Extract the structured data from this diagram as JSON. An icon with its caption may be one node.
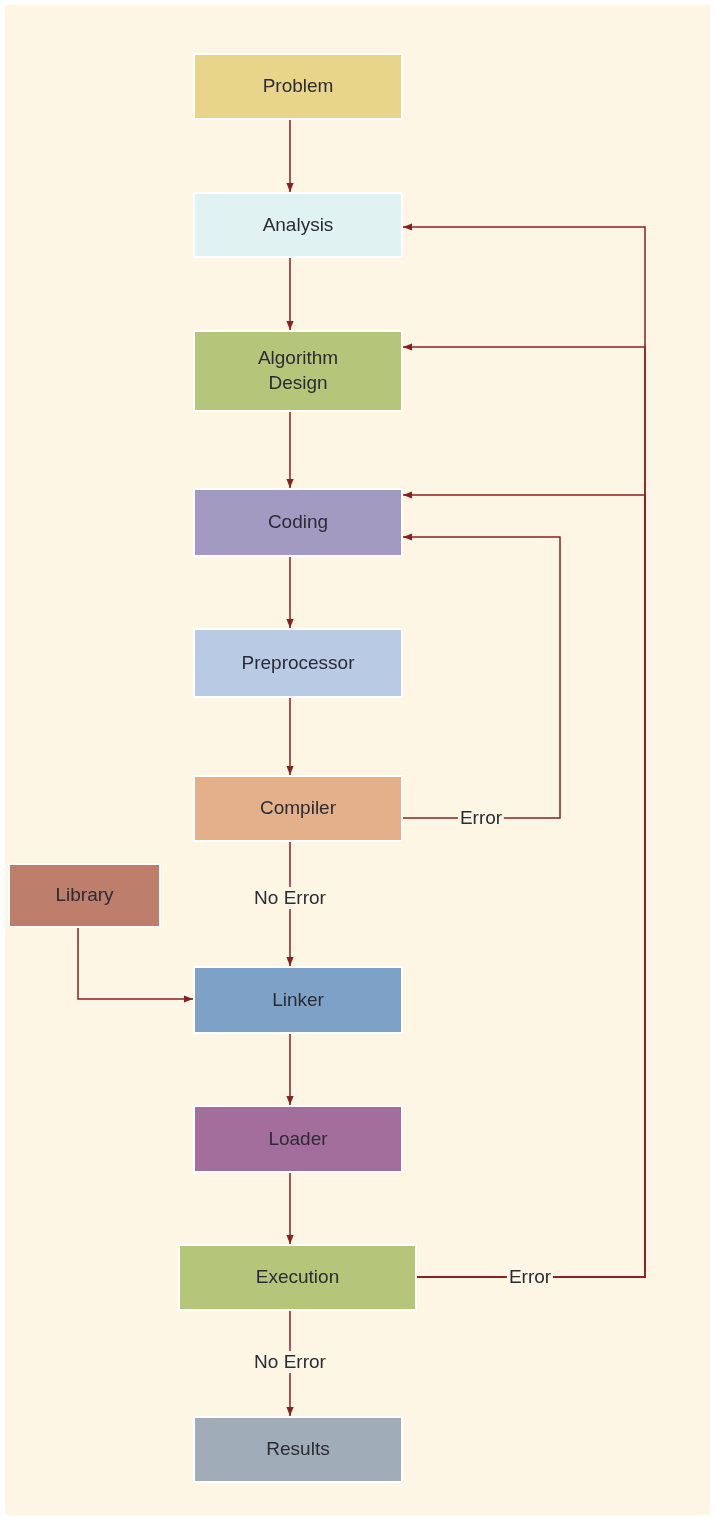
{
  "diagram": {
    "nodes": [
      {
        "text": [
          "Problem"
        ]
      },
      {
        "text": [
          "Analysis"
        ]
      },
      {
        "text": [
          "Algorithm Design"
        ]
      },
      {
        "text": [
          "Coding"
        ]
      },
      {
        "text": [
          "Preprocessor"
        ]
      },
      {
        "text": [
          "Compiler"
        ]
      },
      {
        "text": [
          "Library"
        ]
      },
      {
        "text": [
          "Linker"
        ]
      },
      {
        "text": [
          "Loader"
        ]
      },
      {
        "text": [
          "Execution"
        ]
      },
      {
        "text": [
          "Results"
        ]
      }
    ],
    "edges": [
      {
        "from": 0,
        "to": 1,
        "arrow": "to"
      },
      {
        "from": 1,
        "to": 2,
        "arrow": "to"
      },
      {
        "from": 2,
        "to": 3,
        "arrow": "to"
      },
      {
        "from": 3,
        "to": 4,
        "arrow": "to"
      },
      {
        "from": 4,
        "to": 5,
        "arrow": "to"
      },
      {
        "from": 5,
        "to": 3,
        "arrow": "to",
        "label": "Error"
      },
      {
        "from": 5,
        "to": 7,
        "arrow": "to",
        "label": "No Error"
      },
      {
        "from": 6,
        "to": 7,
        "arrow": "to"
      },
      {
        "from": 7,
        "to": 8,
        "arrow": "to"
      },
      {
        "from": 8,
        "to": 9,
        "arrow": "to"
      },
      {
        "from": 9,
        "to": 1,
        "arrow": "to",
        "label": "Error"
      },
      {
        "from": 9,
        "to": 2,
        "arrow": "to"
      },
      {
        "from": 9,
        "to": 3,
        "arrow": "to"
      },
      {
        "from": 9,
        "to": 10,
        "arrow": "to",
        "label": "No Error"
      }
    ]
  }
}
